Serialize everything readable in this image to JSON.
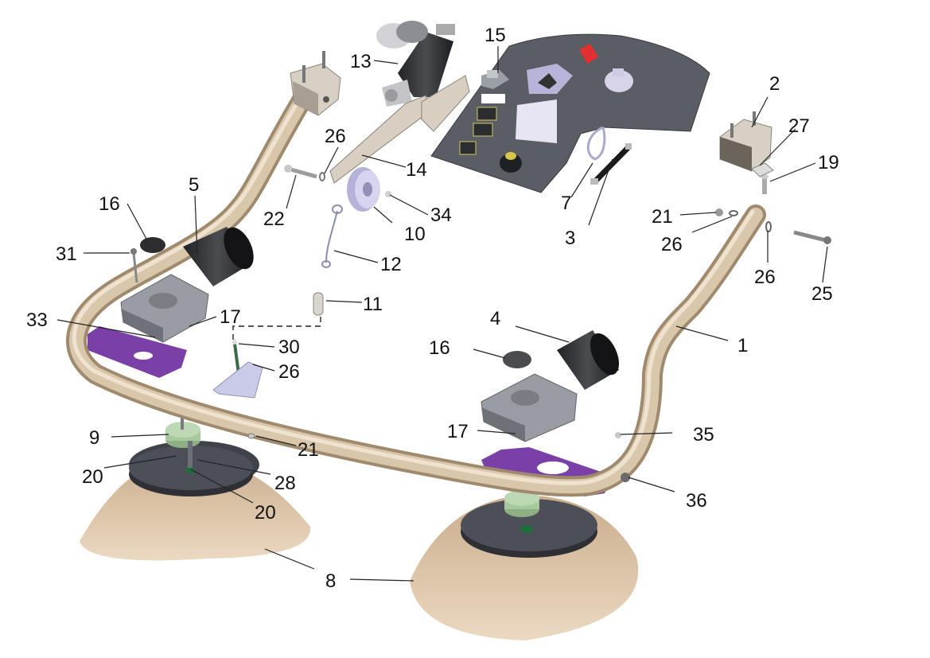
{
  "callouts": {
    "c1": "1",
    "c2": "2",
    "c3": "3",
    "c4": "4",
    "c5": "5",
    "c7": "7",
    "c8": "8",
    "c9": "9",
    "c10": "10",
    "c11": "11",
    "c12": "12",
    "c13": "13",
    "c14": "14",
    "c15": "15",
    "c16a": "16",
    "c16b": "16",
    "c17a": "17",
    "c17b": "17",
    "c19": "19",
    "c20a": "20",
    "c20b": "20",
    "c21a": "21",
    "c21b": "21",
    "c22": "22",
    "c25": "25",
    "c26a": "26",
    "c26b": "26",
    "c26c": "26",
    "c26d": "26",
    "c27": "27",
    "c28": "28",
    "c30": "30",
    "c31": "31",
    "c33": "33",
    "c34": "34",
    "c35": "35",
    "c36": "36"
  },
  "colors": {
    "tube": "#d2bfa3",
    "tube_shadow": "#a89276",
    "cone": "#d9bea0",
    "disc": "#4a4d55",
    "panel": "#5b5d64",
    "bracket": "#e0d8cc",
    "purple": "#7b3fa8",
    "motor": "#2f3033",
    "gearbox": "#9a9ca3",
    "hub": "#a8c8a0",
    "red_button": "#e23030"
  }
}
